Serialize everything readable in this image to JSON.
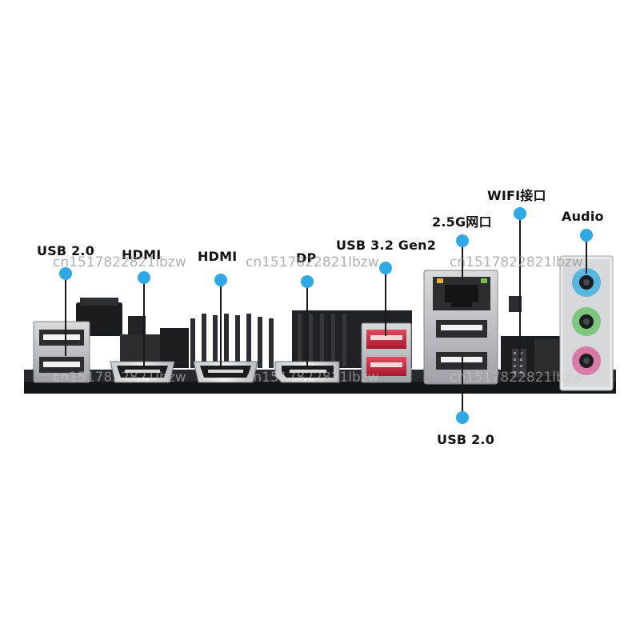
{
  "callouts": [
    {
      "id": "usb20-left",
      "text": "USB 2.0"
    },
    {
      "id": "hdmi-1",
      "text": "HDMI"
    },
    {
      "id": "hdmi-2",
      "text": "HDMI"
    },
    {
      "id": "dp",
      "text": "DP"
    },
    {
      "id": "usb32",
      "text": "USB 3.2 Gen2"
    },
    {
      "id": "lan",
      "text": "2.5G网口"
    },
    {
      "id": "wifi",
      "text": "WIFI接口"
    },
    {
      "id": "audio",
      "text": "Audio"
    },
    {
      "id": "usb20-bottom",
      "text": "USB 2.0"
    }
  ],
  "watermark": "cn1517822821lbzw",
  "colors": {
    "callout_blue": "#2fa8e6",
    "board": "#1c1e21",
    "usb32_red": "#c6213a",
    "audio_blue": "#58b7df",
    "audio_green": "#7dc67c",
    "audio_pink": "#d979a6"
  }
}
